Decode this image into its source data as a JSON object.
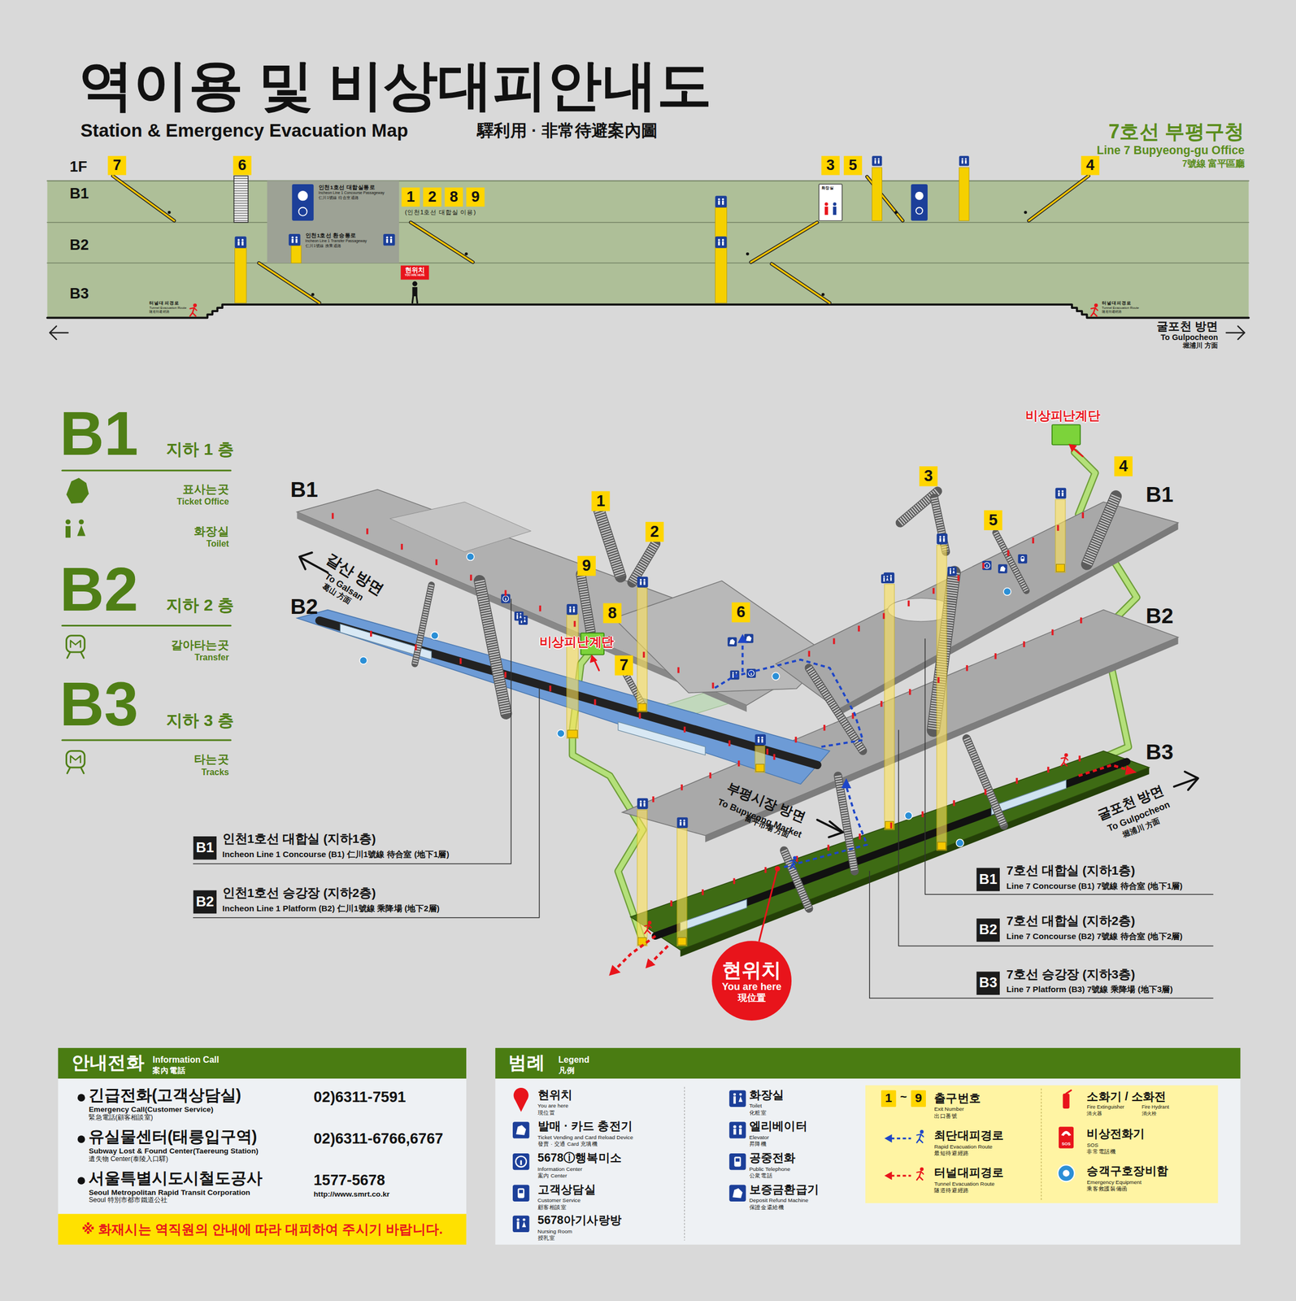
{
  "diagram": {
    "title": "역이용 및 비상대피안내도",
    "nodes": [
      {
        "text": [
          "인천1호선 대합실통로",
          "Incheon Line 1 Concourse Passageway",
          "仁川1號線 待合室通路",
          "인천1호선 환승통로",
          "Incheon Line 1 Transfer Passageway",
          "仁川1號線 換乘通路"
        ]
      },
      {
        "text": [
          "7"
        ]
      },
      {
        "text": [
          "6"
        ]
      },
      {
        "text": [
          "3"
        ]
      },
      {
        "text": [
          "5"
        ]
      },
      {
        "text": [
          "1"
        ]
      },
      {
        "text": [
          "2"
        ]
      },
      {
        "text": [
          "8"
        ]
      },
      {
        "text": [
          "9"
        ]
      },
      {
        "text": [
          "4"
        ]
      },
      {
        "text": [
          "화장실"
        ]
      },
      {
        "text": [
          "현위치",
          "YOU ARE HERE"
        ]
      },
      {
        "text": [
          "1"
        ]
      },
      {
        "text": [
          "2"
        ]
      },
      {
        "text": [
          "3"
        ]
      },
      {
        "text": [
          "4"
        ]
      },
      {
        "text": [
          "5"
        ]
      },
      {
        "text": [
          "6"
        ]
      },
      {
        "text": [
          "7"
        ]
      },
      {
        "text": [
          "8"
        ]
      },
      {
        "text": [
          "9"
        ]
      },
      {
        "text": [
          "B1"
        ]
      },
      {
        "text": [
          "B2"
        ]
      },
      {
        "text": [
          "B1"
        ]
      },
      {
        "text": [
          "B2"
        ]
      },
      {
        "text": [
          "B3"
        ]
      },
      {
        "text": [
          "현위치",
          "You are here",
          "現位置"
        ]
      },
      {
        "text": [
          "안내전화",
          "Information Call",
          "案內電話",
          "긴급전화(고객상담실)",
          "Emergency Call(Customer Service)",
          "緊急電話(顧客相談室)",
          "02)6311-7591",
          "유실물센터(태릉입구역)",
          "Subway Lost & Found Center(Taereung Station)",
          "遺失物 Center(泰陵入口驛)",
          "02)6311-6766,6767",
          "서울특별시도시철도공사",
          "Seoul Metropolitan Rapid Transit Corporation",
          "Seoul 特別市都市鐵道公社",
          "1577-5678",
          "http://www.smrt.co.kr"
        ]
      },
      {
        "text": [
          "※ 화재시는 역직원의 안내에 따라 대피하여 주시기 바랍니다."
        ],
        "in": 27
      },
      {
        "text": [
          "범례",
          "Legend",
          "凡例"
        ]
      }
    ],
    "labels": [
      "Station & Emergency Evacuation Map",
      "驛利用 · 非常待避案內圖",
      "7호선 부평구청",
      "Line 7 Bupyeong-gu Office",
      "7號線 富平區廳",
      "1F",
      "B1",
      "B2",
      "B3",
      "(인천1호선 대합실 이용)",
      "터널대피경로",
      "Tunnel Evacuation Route",
      "隧道待避經路",
      "터널대피경로",
      "Tunnel Evacuation Route",
      "隧道待避經路",
      "굴포천 방면",
      "To Gulpocheon",
      "堀浦川 方面",
      "B1",
      "지하 1 층",
      "표사는곳",
      "Ticket Office",
      "화장실",
      "Toilet",
      "B2",
      "지하 2 층",
      "갈아타는곳",
      "Transfer",
      "B3",
      "지하 3 층",
      "타는곳",
      "Tracks",
      "B1",
      "B2",
      "B1",
      "B2",
      "B3",
      "비상피난계단",
      "비상피난계단",
      "갈산 방면",
      "To Galsan",
      "葛山 方面",
      "부평시장 방면",
      "To Bupyeong Market",
      "富平市場 方面",
      "굴포천 방면",
      "To Gulpocheon",
      "堀浦川 方面",
      "인천1호선 대합실 (지하1층)",
      "Incheon Line 1 Concourse (B1) 仁川1號線 待合室 (地下1層)",
      "인천1호선 승강장 (지하2층)",
      "Incheon Line 1 Platform (B2) 仁川1號線 乘降場 (地下2層)",
      "7호선 대합실 (지하1층)",
      "Line 7 Concourse (B1) 7號線 待合室 (地下1層)",
      "7호선 대합실 (지하2층)",
      "Line 7 Concourse (B2) 7號線 待合室 (地下2層)",
      "7호선 승강장 (지하3층)",
      "Line 7 Platform (B3) 7號線 乘降場 (地下3層)",
      "You are here",
      "現位置",
      "Ticket Vending and Card Reload Device",
      "發賣 · 交通 Card 充填機",
      "Information Center",
      "案內 Center",
      "Customer Service",
      "顧客相談室",
      "Nursing Room",
      "授乳室",
      "Toilet",
      "化粧室",
      "Elevator",
      "昇降機",
      "Public Telephone",
      "公衆電話",
      "Deposit Refund Machine",
      "保證金還給機",
      "1",
      "~",
      "9",
      "Exit Number",
      "出口番號",
      "Rapid Evacuation Route",
      "最短待避經路",
      "Tunnel Evacuation Route",
      "隧道待避經路",
      "Fire Extinguisher",
      "消火器",
      "Fire Hydrant",
      "消火栓",
      "SOS",
      "非常電話機",
      "Emergency Equipment",
      "乘客救護裝備函",
      "SOS"
    ],
    "legend": [
      {
        "text": "현위치"
      },
      {
        "text": "발매 · 카드 충전기"
      },
      {
        "text": "5678ⓘ행복미소"
      },
      {
        "text": "고객상담실"
      },
      {
        "text": "5678아기사랑방"
      },
      {
        "text": "화장실"
      },
      {
        "text": "엘리베이터"
      },
      {
        "text": "공중전화"
      },
      {
        "text": "보증금환급기"
      },
      {
        "text": "출구번호"
      },
      {
        "text": "최단대피경로"
      },
      {
        "text": "터널대피경로"
      },
      {
        "text": "소화기 / 소화전"
      },
      {
        "text": "비상전화기"
      },
      {
        "text": "승객구호장비함"
      }
    ]
  }
}
